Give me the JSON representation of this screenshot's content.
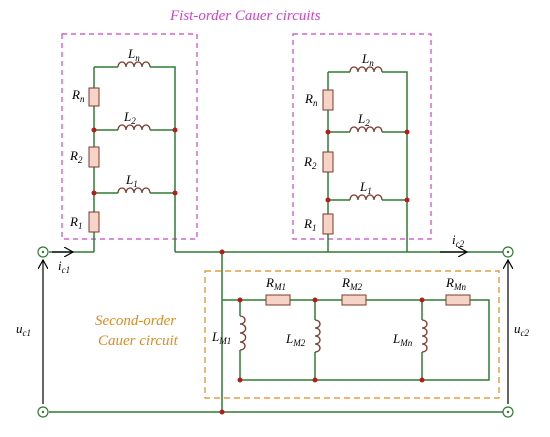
{
  "colors": {
    "wire": "#2e7d32",
    "node": "#b71c1c",
    "resistor_fill": "#f6d3c6",
    "resistor_stroke": "#7a3b2e",
    "inductor": "#7a3b2e",
    "first_order_box": "#cc44cc",
    "second_order_box": "#e08a1e",
    "arrow": "#000000"
  },
  "titles": {
    "first_order": "Fist-order Cauer circuits",
    "second_order_line1": "Second-order",
    "second_order_line2": "Cauer circuit"
  },
  "left_network": {
    "inductors": [
      {
        "base": "L",
        "sub": "n"
      },
      {
        "base": "L",
        "sub": "2"
      },
      {
        "base": "L",
        "sub": "1"
      }
    ],
    "resistors": [
      {
        "base": "R",
        "sub": "n"
      },
      {
        "base": "R",
        "sub": "2"
      },
      {
        "base": "R",
        "sub": "1"
      }
    ]
  },
  "right_network": {
    "inductors": [
      {
        "base": "L",
        "sub": "n"
      },
      {
        "base": "L",
        "sub": "2"
      },
      {
        "base": "L",
        "sub": "1"
      }
    ],
    "resistors": [
      {
        "base": "R",
        "sub": "n"
      },
      {
        "base": "R",
        "sub": "2"
      },
      {
        "base": "R",
        "sub": "1"
      }
    ]
  },
  "second_order": {
    "resistors": [
      {
        "base": "R",
        "sub": "M1"
      },
      {
        "base": "R",
        "sub": "M2"
      },
      {
        "base": "R",
        "sub": "Mn"
      }
    ],
    "inductors": [
      {
        "base": "L",
        "sub": "M1"
      },
      {
        "base": "L",
        "sub": "M2"
      },
      {
        "base": "L",
        "sub": "Mn"
      }
    ]
  },
  "currents": {
    "i1": {
      "base": "i",
      "sub": "c1"
    },
    "i2": {
      "base": "i",
      "sub": "c2"
    }
  },
  "voltages": {
    "u1": {
      "base": "u",
      "sub": "c1"
    },
    "u2": {
      "base": "u",
      "sub": "c2"
    }
  }
}
